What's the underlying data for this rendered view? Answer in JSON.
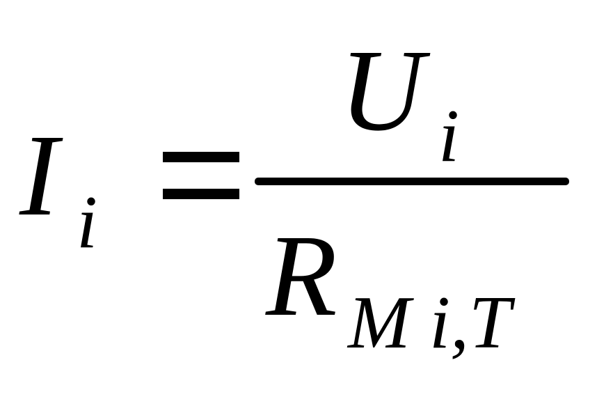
{
  "formula": {
    "lhs": {
      "symbol": "I",
      "subscript": "i"
    },
    "operator": "=",
    "numerator": {
      "symbol": "U",
      "subscript": "i"
    },
    "denominator": {
      "symbol": "R",
      "subscript": "M  i,T"
    }
  }
}
